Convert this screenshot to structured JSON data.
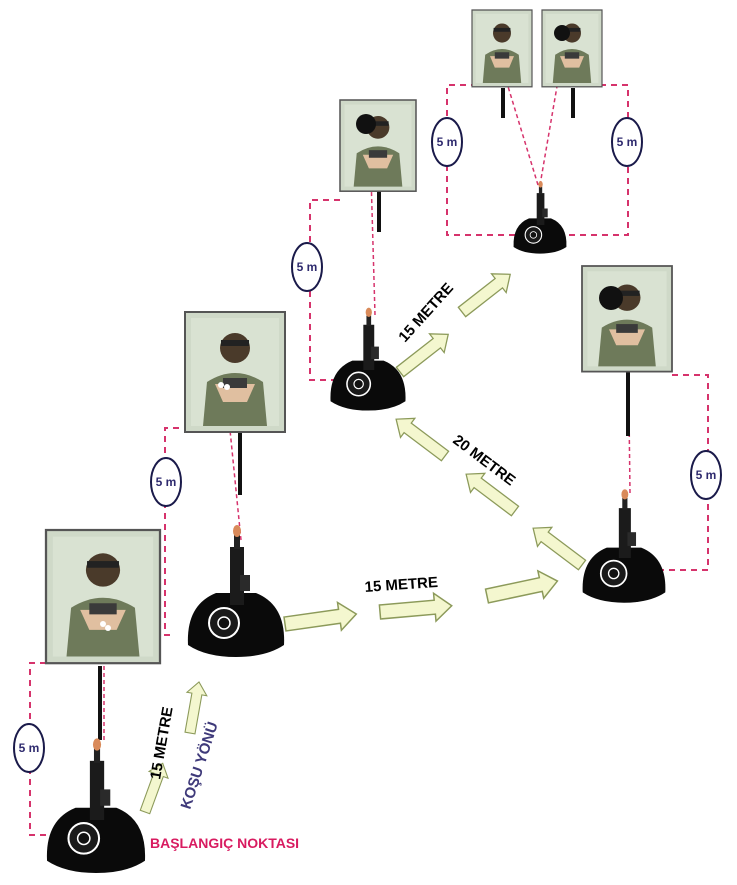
{
  "distance_labels": {
    "start_to_station_1": "15 METRE",
    "station_1_to_station_4": "15 METRE",
    "station_4_to_station_2": "20 METRE",
    "station_2_to_station_3": "15 METRE"
  },
  "marker_labels": {
    "station_0_offset": "5 m",
    "station_1_offset": "5 m",
    "station_2_offset": "5 m",
    "station_3_left_offset": "5 m",
    "station_3_right_offset": "5 m",
    "station_4_offset": "5 m"
  },
  "run_direction": "KOŞU YÖNÜ",
  "start_point": "BAŞLANGIÇ NOKTASI",
  "colors": {
    "dashed_line": "#d6336c",
    "start_label": "#d81b60",
    "run_direction": "#3f3a7a",
    "arrow_fill": "#f4f7cf",
    "arrow_stroke": "#8c9a5a",
    "ellipse_text": "#2e2a6e",
    "target_bg": "#cfd9c8",
    "shooter": "#0a0a0a"
  }
}
